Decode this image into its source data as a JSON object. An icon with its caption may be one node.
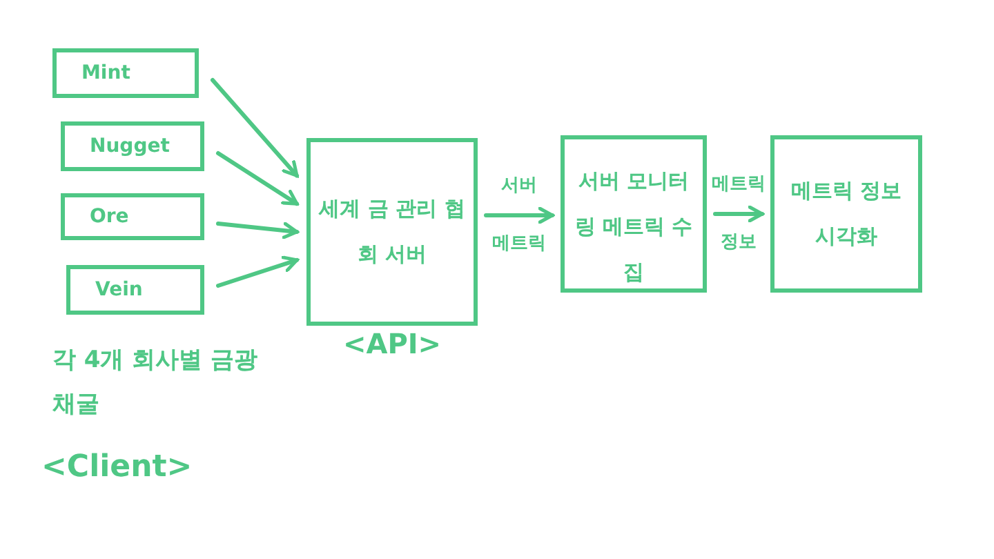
{
  "diagram": {
    "nodes": [
      {
        "text": [
          "Mint"
        ]
      },
      {
        "text": [
          "Nugget"
        ]
      },
      {
        "text": [
          "Ore"
        ]
      },
      {
        "text": [
          "Vein"
        ]
      },
      {
        "text": [
          "세계 금 관리 협회 서버"
        ],
        "beside": [
          "<API>"
        ]
      },
      {
        "text": [
          "서버 모니터링 메트릭 수집"
        ]
      },
      {
        "text": [
          "메트릭 정보 시각화"
        ]
      }
    ],
    "edges": [
      {
        "from": 0,
        "to": 4,
        "arrow": "to"
      },
      {
        "from": 1,
        "to": 4,
        "arrow": "to"
      },
      {
        "from": 2,
        "to": 4,
        "arrow": "to"
      },
      {
        "from": 3,
        "to": 4,
        "arrow": "to"
      },
      {
        "from": 4,
        "to": 5,
        "arrow": "to",
        "label": "서버 메트릭"
      },
      {
        "from": 5,
        "to": 6,
        "arrow": "to",
        "label": "메트릭 정보"
      }
    ],
    "labels": [
      "각 4개 회사별 금광 채굴",
      "<Client>"
    ]
  }
}
